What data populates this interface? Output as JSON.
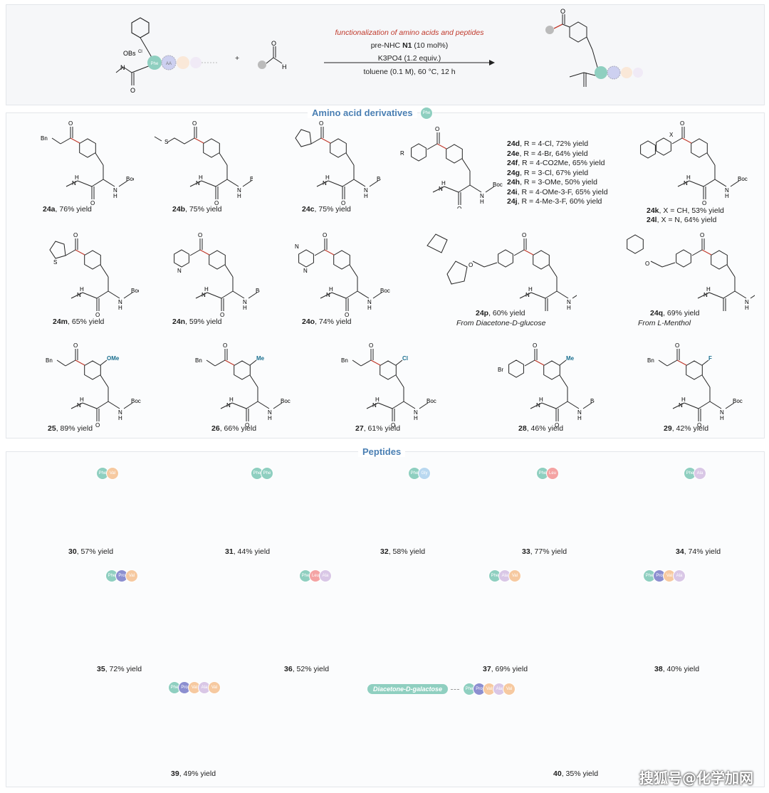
{
  "reaction": {
    "title": "functionalization of amino acids and peptides",
    "cond1_pre": "pre-NHC ",
    "cond1_bold": "N1",
    "cond1_post": " (10 mol%)",
    "cond2": "K3PO4 (1.2 equiv.)",
    "cond3": "toluene (0.1 M), 60 °C, 12 h",
    "plus": "+",
    "obs": "OBs",
    "cl": "Cl",
    "h": "H",
    "o": "O",
    "n": "N"
  },
  "sections": {
    "amino": "Amino acid derivatives",
    "peptides": "Peptides"
  },
  "compounds": [
    {
      "id": "24a",
      "yield": ", 76% yield"
    },
    {
      "id": "24b",
      "yield": ", 75% yield"
    },
    {
      "id": "24c",
      "yield": ", 75% yield"
    },
    {
      "id": "24k",
      "yield": ", X = CH, 53% yield"
    },
    {
      "id": "24l",
      "yield": ", X = N, 64% yield"
    },
    {
      "id": "24m",
      "yield": ", 65% yield"
    },
    {
      "id": "24n",
      "yield": ", 59% yield"
    },
    {
      "id": "24o",
      "yield": ", 74% yield"
    },
    {
      "id": "24p",
      "yield": ", 60% yield",
      "note": "From Diacetone-D-glucose"
    },
    {
      "id": "24q",
      "yield": ", 69% yield",
      "note": "From L-Menthol"
    },
    {
      "id": "25",
      "yield": ", 89% yield"
    },
    {
      "id": "26",
      "yield": ", 66% yield"
    },
    {
      "id": "27",
      "yield": ", 61% yield"
    },
    {
      "id": "28",
      "yield": ", 46% yield"
    },
    {
      "id": "29",
      "yield": ", 42% yield"
    },
    {
      "id": "30",
      "yield": ", 57% yield"
    },
    {
      "id": "31",
      "yield": ", 44% yield"
    },
    {
      "id": "32",
      "yield": ", 58% yield"
    },
    {
      "id": "33",
      "yield": ", 77% yield"
    },
    {
      "id": "34",
      "yield": ", 74% yield"
    },
    {
      "id": "35",
      "yield": ", 72% yield"
    },
    {
      "id": "36",
      "yield": ", 52% yield"
    },
    {
      "id": "37",
      "yield": ", 69% yield"
    },
    {
      "id": "38",
      "yield": ", 40% yield"
    },
    {
      "id": "39",
      "yield": ", 49% yield"
    },
    {
      "id": "40",
      "yield": ", 35% yield"
    }
  ],
  "list24dj": [
    {
      "id": "24d",
      "text": ", R = 4-Cl, 72% yield"
    },
    {
      "id": "24e",
      "text": ", R = 4-Br, 64% yield"
    },
    {
      "id": "24f",
      "text": ", R = 4-CO2Me, 65% yield"
    },
    {
      "id": "24g",
      "text": ", R = 3-Cl, 67% yield"
    },
    {
      "id": "24h",
      "text": ", R = 3-OMe, 50% yield"
    },
    {
      "id": "24i",
      "text": ", R = 4-OMe-3-F, 65% yield"
    },
    {
      "id": "24j",
      "text": ", R = 4-Me-3-F, 60% yield"
    }
  ],
  "labels": {
    "bn": "Bn",
    "boc": "Boc",
    "ph": "Ph",
    "r": "R",
    "x": "X",
    "n": "N",
    "h": "H",
    "o": "O",
    "s": "S",
    "ome": "OMe",
    "me": "Me",
    "cl": "Cl",
    "f": "F",
    "br": "Br",
    "galactose": "Diacetone-D-galactose"
  },
  "pills": {
    "phe": "Phe",
    "aa": "AA",
    "val": "Val",
    "gly": "Gly",
    "leu": "Leu",
    "ala": "Ala",
    "pro": "Pro"
  },
  "colors": {
    "phe": "#8fcfc0",
    "val": "#f6c9a0",
    "gly": "#b9d8f0",
    "leu": "#f4a3a3",
    "ala": "#d9c7e6",
    "pro": "#8c8fd0",
    "aa": "#cdd0f0",
    "accent": "#4a7fb3",
    "title_red": "#c0392b"
  },
  "watermark": "搜狐号@化学加网"
}
